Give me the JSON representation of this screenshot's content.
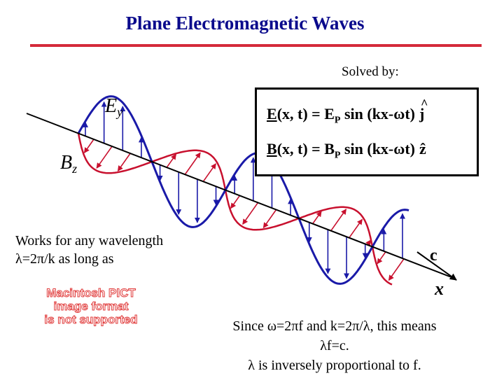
{
  "title": "Plane Electromagnetic Waves",
  "solved_by": "Solved by:",
  "equations": {
    "e_vec": "E",
    "e_rest": "(x, t) = E",
    "e_sub": "P",
    "e_arg": " sin (kx-ωt)",
    "e_unit": "j",
    "e_hat": "^",
    "b_vec": "B",
    "b_rest": "(x, t) = B",
    "b_sub": "P",
    "b_arg": " sin (kx-ωt)",
    "b_unit": "ẑ"
  },
  "labels": {
    "ey": "E",
    "ey_sub": "y",
    "bz": "B",
    "bz_sub": "z",
    "c": "c",
    "x": "x"
  },
  "works_text": [
    "Works for any wavelength",
    "λ=2π/k as long as"
  ],
  "pict_text": [
    "Macintosh PICT",
    "image format",
    "is not supported"
  ],
  "since_text": [
    "Since ω=2πf and k=2π/λ, this means",
    "λf=c.",
    "λ is inversely proportional to f."
  ],
  "colors": {
    "title": "#0a0a8c",
    "rule": "#d42a3a",
    "e_wave": "#1a1aa8",
    "b_wave": "#c8102e",
    "axis": "#000000"
  },
  "diagram": {
    "e_wave_arrows": 18,
    "b_wave_arrows": 18
  }
}
